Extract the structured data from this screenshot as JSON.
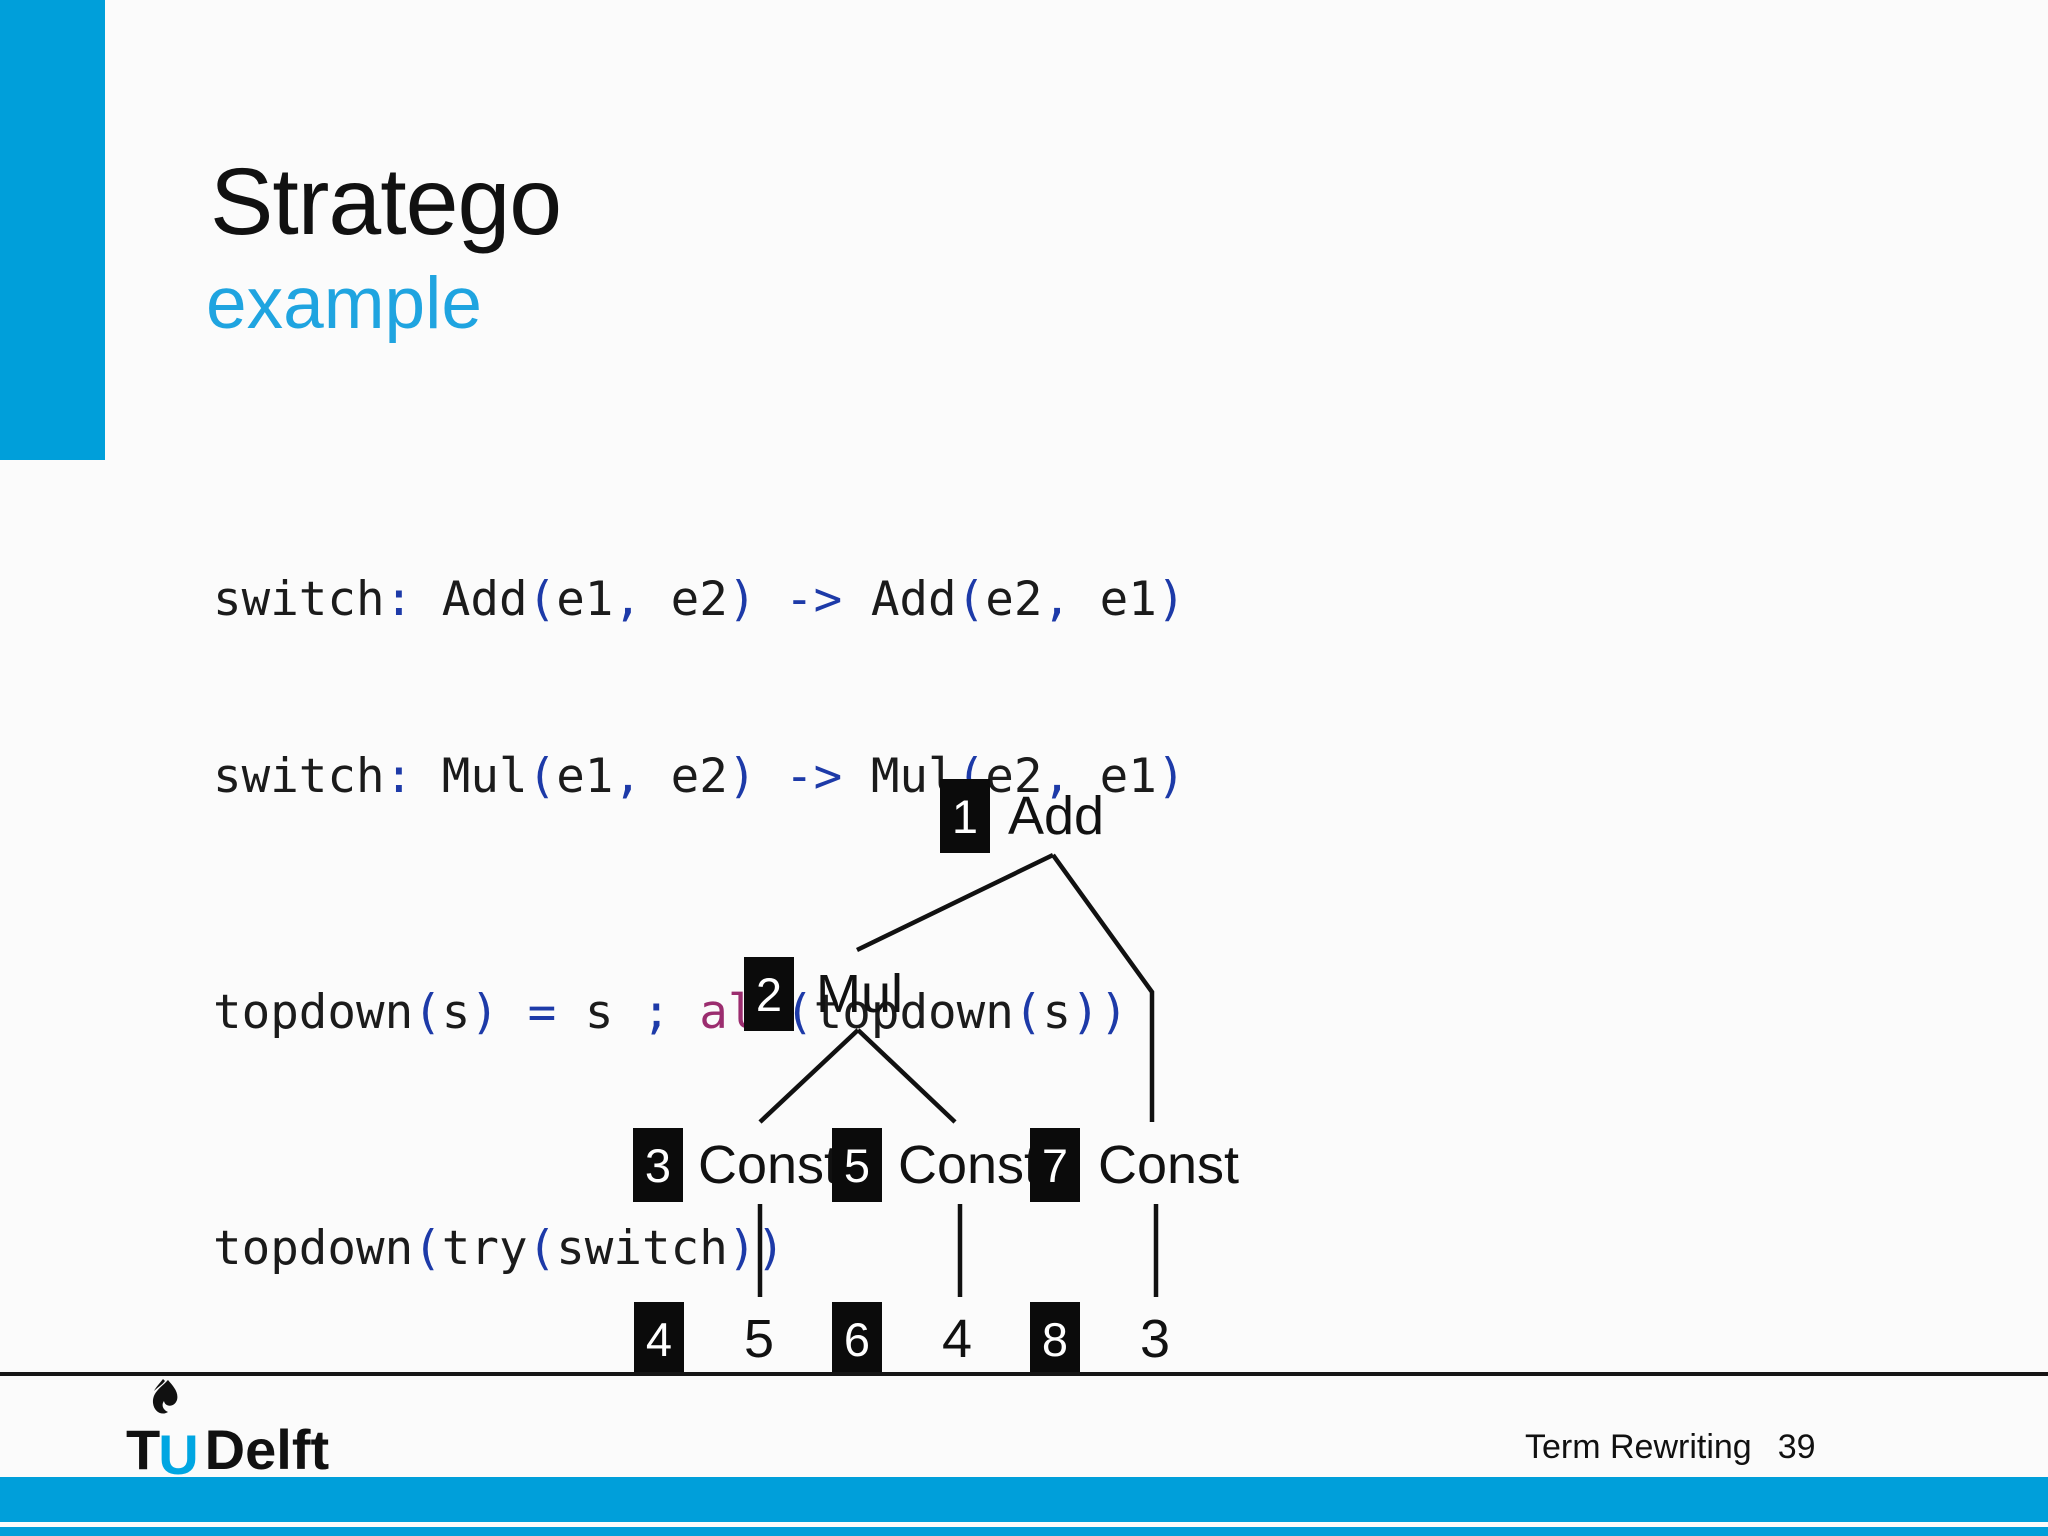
{
  "header": {
    "title": "Stratego",
    "subtitle": "example"
  },
  "colors": {
    "accent_blue": "#009FDA",
    "subtitle_blue": "#1FA4E0",
    "code_punctuation_navy": "#1D3AA8",
    "code_keyword_magenta": "#9B2D6F",
    "logo_u_blue": "#00A6E2",
    "node_box_black": "#0b0b0b"
  },
  "code": {
    "lines": [
      {
        "tokens": [
          {
            "t": "switch"
          },
          {
            "t": ":"
          },
          {
            "t": " Add"
          },
          {
            "t": "("
          },
          {
            "t": "e1"
          },
          {
            "t": ", "
          },
          {
            "t": "e2"
          },
          {
            "t": ")"
          },
          {
            "t": " "
          },
          {
            "t": "->"
          },
          {
            "t": " Add"
          },
          {
            "t": "("
          },
          {
            "t": "e2"
          },
          {
            "t": ", "
          },
          {
            "t": "e1"
          },
          {
            "t": ")"
          }
        ]
      },
      {
        "tokens": [
          {
            "t": "switch"
          },
          {
            "t": ":"
          },
          {
            "t": " Mul"
          },
          {
            "t": "("
          },
          {
            "t": "e1"
          },
          {
            "t": ", "
          },
          {
            "t": "e2"
          },
          {
            "t": ")"
          },
          {
            "t": " "
          },
          {
            "t": "->"
          },
          {
            "t": " Mul"
          },
          {
            "t": "("
          },
          {
            "t": "e2"
          },
          {
            "t": ", "
          },
          {
            "t": "e1"
          },
          {
            "t": ")"
          }
        ]
      },
      {
        "tokens": [
          {
            "t": "topdown"
          },
          {
            "t": "("
          },
          {
            "t": "s"
          },
          {
            "t": ")"
          },
          {
            "t": " "
          },
          {
            "t": "="
          },
          {
            "t": " s "
          },
          {
            "t": ";"
          },
          {
            "t": " "
          },
          {
            "t": "all"
          },
          {
            "t": "("
          },
          {
            "t": "topdown"
          },
          {
            "t": "("
          },
          {
            "t": "s"
          },
          {
            "t": "))"
          }
        ]
      },
      {
        "tokens": [
          {
            "t": "topdown"
          },
          {
            "t": "("
          },
          {
            "t": "try"
          },
          {
            "t": "("
          },
          {
            "t": "switch"
          },
          {
            "t": "))"
          }
        ]
      }
    ]
  },
  "tree": {
    "nodes": [
      {
        "num": "1",
        "label": "Add"
      },
      {
        "num": "2",
        "label": "Mul"
      },
      {
        "num": "3",
        "label": "Const"
      },
      {
        "num": "5",
        "label": "Const"
      },
      {
        "num": "7",
        "label": "Const"
      },
      {
        "num": "4",
        "label": "5"
      },
      {
        "num": "6",
        "label": "4"
      },
      {
        "num": "8",
        "label": "3"
      }
    ]
  },
  "footer": {
    "logo_tu": "TU",
    "logo_delft": "Delft",
    "page_label": "Term Rewriting",
    "page_number": "39"
  }
}
